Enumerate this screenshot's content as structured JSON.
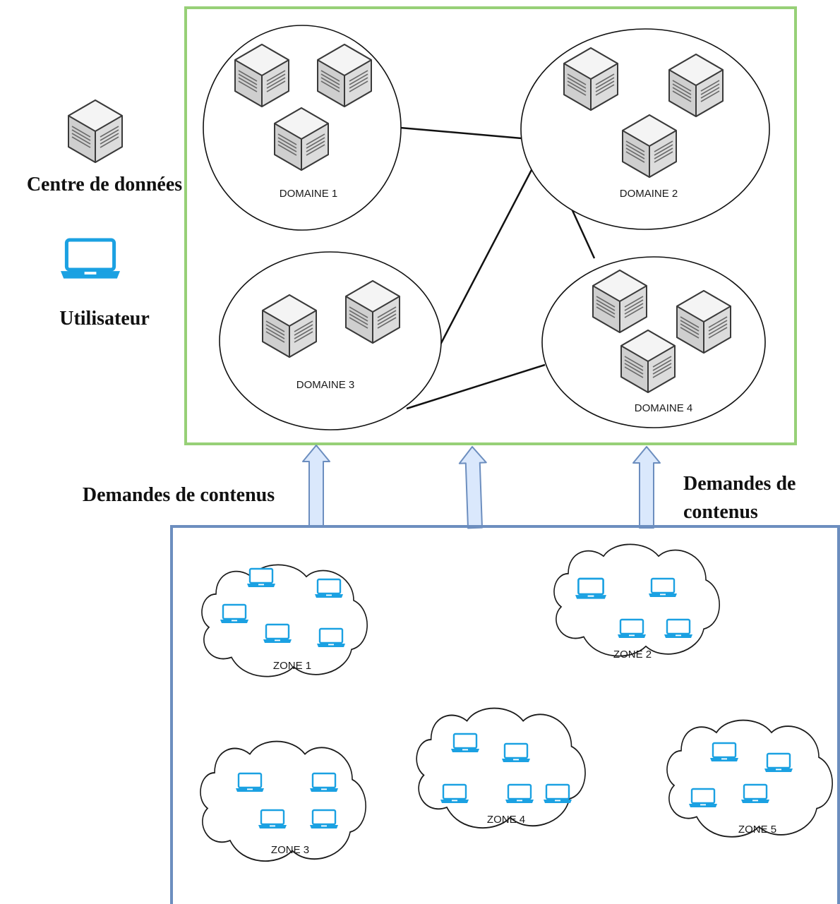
{
  "legend": {
    "datacenter_label": "Centre de données",
    "datacenter_icon": "server-cube-icon",
    "user_label": "Utilisateur",
    "user_icon": "laptop-icon"
  },
  "colors": {
    "domain_frame": "#97d077",
    "zone_frame": "#6c8ebf",
    "arrow_fill": "#dae8fc",
    "arrow_stroke": "#6c8ebf",
    "laptop": "#1ba1e2",
    "cube_face_light": "#f2f2f2",
    "cube_face_dark": "#cfcfcf"
  },
  "domains": [
    {
      "id": "d1",
      "label": "DOMAINE 1",
      "datacenters": 3
    },
    {
      "id": "d2",
      "label": "DOMAINE 2",
      "datacenters": 3
    },
    {
      "id": "d3",
      "label": "DOMAINE 3",
      "datacenters": 2
    },
    {
      "id": "d4",
      "label": "DOMAINE 4",
      "datacenters": 3
    }
  ],
  "links": [
    [
      "d1",
      "d2"
    ],
    [
      "d2",
      "d3"
    ],
    [
      "d2",
      "d4"
    ],
    [
      "d3",
      "d4"
    ]
  ],
  "requests": {
    "label_left": "Demandes de contenus",
    "label_right_line1": "Demandes de",
    "label_right_line2": "contenus"
  },
  "zones": [
    {
      "id": "z1",
      "label": "ZONE 1",
      "users": 5
    },
    {
      "id": "z2",
      "label": "ZONE 2",
      "users": 4
    },
    {
      "id": "z3",
      "label": "ZONE 3",
      "users": 4
    },
    {
      "id": "z4",
      "label": "ZONE 4",
      "users": 5
    },
    {
      "id": "z5",
      "label": "ZONE 5",
      "users": 4
    }
  ]
}
